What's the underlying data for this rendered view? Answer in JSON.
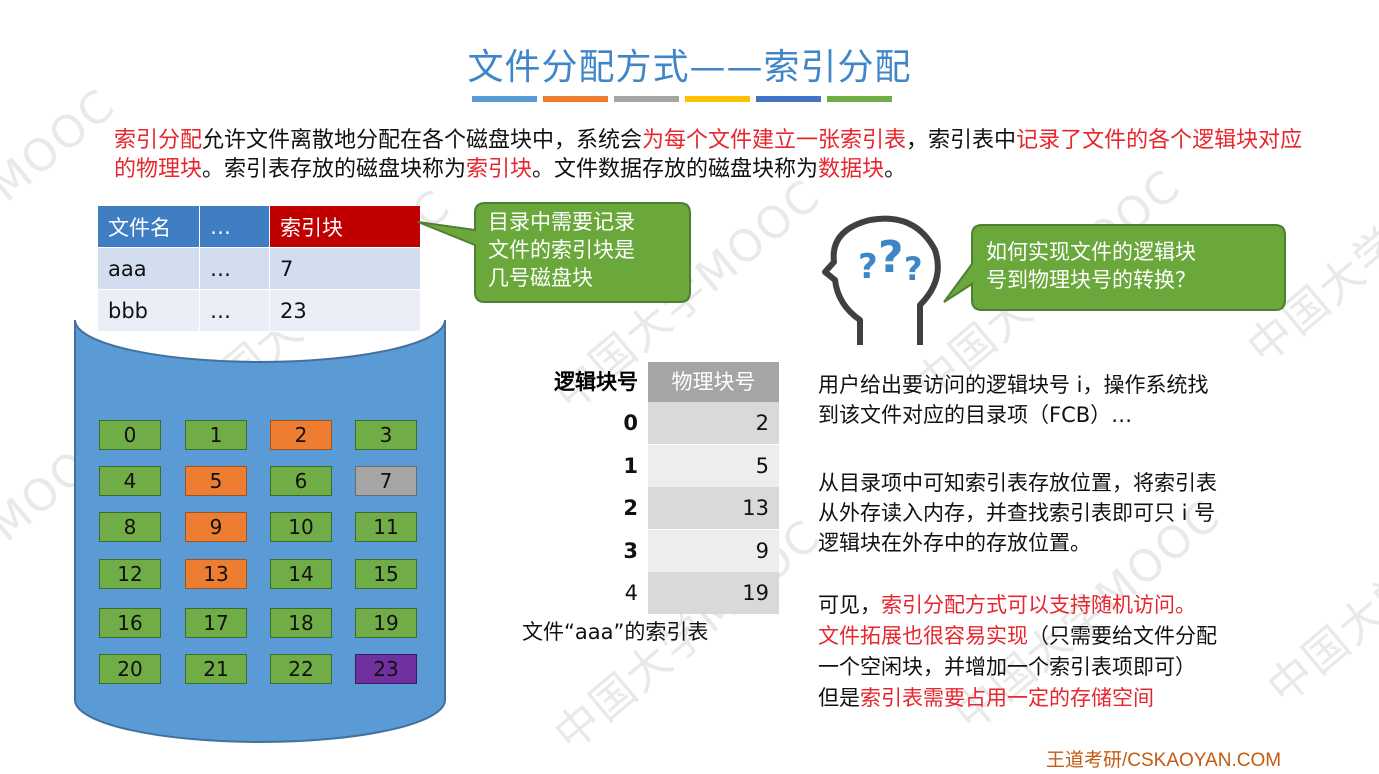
{
  "title": "文件分配方式——索引分配",
  "colors": {
    "title": "#3e86c8",
    "highlight": "#e8262d",
    "stripes": [
      "#5b9bd5",
      "#ed7d31",
      "#a5a5a5",
      "#ffc000",
      "#4472c4",
      "#70ad47"
    ],
    "cylinder": "#5b9bd5",
    "callout": "#6aa83b"
  },
  "intro": {
    "s1": "索引分配",
    "s2": "允许文件离散地分配在各个磁盘块中，系统会",
    "s3": "为每个文件建立一张索引表",
    "s4": "，索引表中",
    "s5": "记录了文件的各个逻辑块对应的物理块",
    "s6": "。索引表存放的磁盘块称为",
    "s7": "索引块",
    "s8": "。文件数据存放的磁盘块称为",
    "s9": "数据块",
    "s10": "。"
  },
  "directory": {
    "headers": [
      "文件名",
      "…",
      "索引块"
    ],
    "rows": [
      [
        "aaa",
        "…",
        "7"
      ],
      [
        "bbb",
        "…",
        "23"
      ]
    ]
  },
  "disk_blocks": [
    {
      "n": "0",
      "color": "#70ad47"
    },
    {
      "n": "1",
      "color": "#70ad47"
    },
    {
      "n": "2",
      "color": "#ed7d31"
    },
    {
      "n": "3",
      "color": "#70ad47"
    },
    {
      "n": "4",
      "color": "#70ad47"
    },
    {
      "n": "5",
      "color": "#ed7d31"
    },
    {
      "n": "6",
      "color": "#70ad47"
    },
    {
      "n": "7",
      "color": "#a5a5a5"
    },
    {
      "n": "8",
      "color": "#70ad47"
    },
    {
      "n": "9",
      "color": "#ed7d31"
    },
    {
      "n": "10",
      "color": "#70ad47"
    },
    {
      "n": "11",
      "color": "#70ad47"
    },
    {
      "n": "12",
      "color": "#70ad47"
    },
    {
      "n": "13",
      "color": "#ed7d31"
    },
    {
      "n": "14",
      "color": "#70ad47"
    },
    {
      "n": "15",
      "color": "#70ad47"
    },
    {
      "n": "16",
      "color": "#70ad47"
    },
    {
      "n": "17",
      "color": "#70ad47"
    },
    {
      "n": "18",
      "color": "#70ad47"
    },
    {
      "n": "19",
      "color": "#70ad47"
    },
    {
      "n": "20",
      "color": "#70ad47"
    },
    {
      "n": "21",
      "color": "#70ad47"
    },
    {
      "n": "22",
      "color": "#70ad47"
    },
    {
      "n": "23",
      "color": "#7030a0"
    }
  ],
  "callout_dir": {
    "line1": "目录中需要记录",
    "line2": "文件的索引块是",
    "line3": "几号磁盘块"
  },
  "callout_q": {
    "line1": "如何实现文件的逻辑块",
    "line2": "号到物理块号的转换？"
  },
  "index_table": {
    "header_logical": "逻辑块号",
    "header_physical": "物理块号",
    "rows": [
      {
        "logical": "0",
        "physical": "2"
      },
      {
        "logical": "1",
        "physical": "5"
      },
      {
        "logical": "2",
        "physical": "13"
      },
      {
        "logical": "3",
        "physical": "9"
      },
      {
        "logical": "4",
        "physical": "19"
      }
    ],
    "caption": "文件“aaa”的索引表"
  },
  "para1": {
    "line1": "用户给出要访问的逻辑块号 i，操作系统找",
    "line2": "到该文件对应的目录项（FCB）…"
  },
  "para2": {
    "line1": "从目录项中可知索引表存放位置，将索引表",
    "line2": "从外存读入内存，并查找索引表即可只 i 号",
    "line3": "逻辑块在外存中的存放位置。"
  },
  "para3": {
    "a1": "可见，",
    "a2": "索引分配方式可以支持随机访问。",
    "b1": "文件拓展也很容易实现",
    "b2": "（只需要给文件分配",
    "c1": "一个空闲块，并增加一个索引表项即可）",
    "d1": "但是",
    "d2": "索引表需要占用一定的存储空间"
  },
  "footer": "王道考研/CSKAOYAN.COM"
}
